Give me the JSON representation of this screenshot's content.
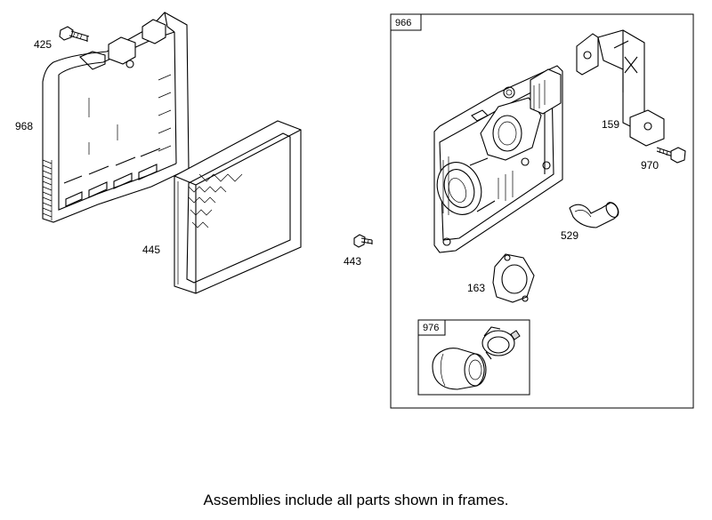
{
  "parts": {
    "p425": "425",
    "p968": "968",
    "p445": "445",
    "p443": "443",
    "p159": "159",
    "p970": "970",
    "p529": "529",
    "p163": "163"
  },
  "frames": {
    "f966": "966",
    "f976": "976"
  },
  "caption": "Assemblies include all parts shown in frames."
}
